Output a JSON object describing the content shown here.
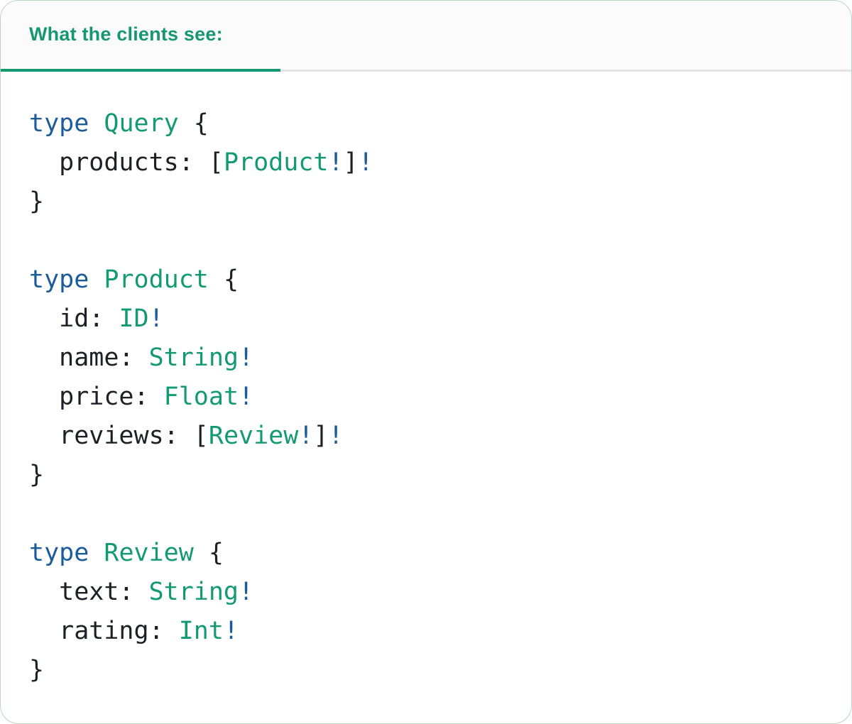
{
  "tab": {
    "label": "What the clients see:"
  },
  "colors": {
    "green": "#149A71",
    "header_green": "#17976F",
    "blue": "#1B5C9B",
    "code_dark": "#1D2126",
    "header_bg": "#FBFBFB",
    "header_border": "#E3E3E3",
    "card_border": "#B9D6C3",
    "card_bg": "#FFFFFF"
  },
  "code": {
    "language": "graphql",
    "token_kinds": {
      "kw": "keyword-or-nonnull-bang (blue)",
      "ty": "type-name (green)",
      "pl": "plain-punctuation-and-fields (dark)"
    },
    "lines": [
      [
        [
          "type",
          "kw"
        ],
        [
          " ",
          "pl"
        ],
        [
          "Query",
          "ty"
        ],
        [
          " {",
          "pl"
        ]
      ],
      [
        [
          "  products: [",
          "pl"
        ],
        [
          "Product",
          "ty"
        ],
        [
          "!",
          "kw"
        ],
        [
          "]",
          "pl"
        ],
        [
          "!",
          "kw"
        ]
      ],
      [
        [
          "}",
          "pl"
        ]
      ],
      [],
      [
        [
          "type",
          "kw"
        ],
        [
          " ",
          "pl"
        ],
        [
          "Product",
          "ty"
        ],
        [
          " {",
          "pl"
        ]
      ],
      [
        [
          "  id: ",
          "pl"
        ],
        [
          "ID",
          "ty"
        ],
        [
          "!",
          "kw"
        ]
      ],
      [
        [
          "  name: ",
          "pl"
        ],
        [
          "String",
          "ty"
        ],
        [
          "!",
          "kw"
        ]
      ],
      [
        [
          "  price: ",
          "pl"
        ],
        [
          "Float",
          "ty"
        ],
        [
          "!",
          "kw"
        ]
      ],
      [
        [
          "  reviews: [",
          "pl"
        ],
        [
          "Review",
          "ty"
        ],
        [
          "!",
          "kw"
        ],
        [
          "]",
          "pl"
        ],
        [
          "!",
          "kw"
        ]
      ],
      [
        [
          "}",
          "pl"
        ]
      ],
      [],
      [
        [
          "type",
          "kw"
        ],
        [
          " ",
          "pl"
        ],
        [
          "Review",
          "ty"
        ],
        [
          " {",
          "pl"
        ]
      ],
      [
        [
          "  text: ",
          "pl"
        ],
        [
          "String",
          "ty"
        ],
        [
          "!",
          "kw"
        ]
      ],
      [
        [
          "  rating: ",
          "pl"
        ],
        [
          "Int",
          "ty"
        ],
        [
          "!",
          "kw"
        ]
      ],
      [
        [
          "}",
          "pl"
        ]
      ]
    ],
    "plain_text": "type Query {\n  products: [Product!]!\n}\n\ntype Product {\n  id: ID!\n  name: String!\n  price: Float!\n  reviews: [Review!]!\n}\n\ntype Review {\n  text: String!\n  rating: Int!\n}"
  }
}
